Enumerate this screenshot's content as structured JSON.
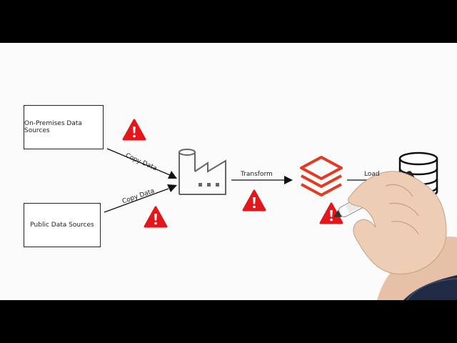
{
  "diagram": {
    "sources": [
      {
        "label": "On-Premises Data Sources"
      },
      {
        "label": "Public Data Sources"
      }
    ],
    "edges": [
      {
        "label": "Copy Data"
      },
      {
        "label": "Copy Data"
      },
      {
        "label": "Transform"
      },
      {
        "label": "Load"
      }
    ],
    "icons": [
      "factory-icon",
      "layers-icon",
      "database-icon",
      "warning-icon",
      "hand-with-marker"
    ],
    "colors": {
      "warning": "#e3161b",
      "layers": "#e03b24",
      "ink": "#222222",
      "background": "#fbfbfb",
      "letterbox": "#000000"
    }
  }
}
